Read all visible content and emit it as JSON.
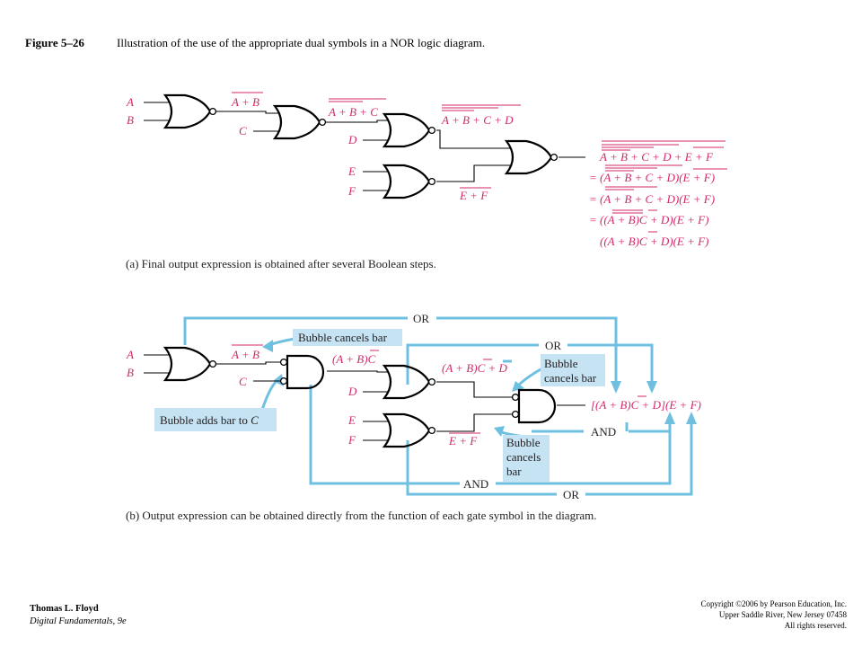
{
  "header": {
    "figure_number": "Figure 5–26",
    "caption": "Illustration of the use of the appropriate dual symbols in a NOR logic diagram."
  },
  "inputs": {
    "A": "A",
    "B": "B",
    "C": "C",
    "D": "D",
    "E": "E",
    "F": "F"
  },
  "part_a": {
    "g1_out": "A + B",
    "g2_out": "A + B + C",
    "g3_out": "A + B + C + D",
    "g4_out": "E + F",
    "steps": [
      "A + B + C + D + E + F",
      "= (A + B + C + D)(E + F)",
      "= (A + B + C + D)(E + F)",
      "= ((A + B)C + D)(E + F)",
      "((A + B)C + D)(E + F)"
    ],
    "caption": "(a) Final output expression is obtained after several Boolean steps."
  },
  "part_b": {
    "g1_out": "A + B",
    "g2_out": "(A + B)C",
    "g3_out": "(A + B)C + D",
    "g4_out": "E + F",
    "final": "[(A + B)C + D](E + F)",
    "label_or": "OR",
    "label_and": "AND",
    "note_bubble_cancels_bar": "Bubble cancels bar",
    "note_bubble_adds_bar_prefix": "Bubble adds bar to ",
    "note_bubble_adds_bar_var": "C",
    "note_bubble_cancels_bar_2": [
      "Bubble",
      "cancels bar"
    ],
    "note_bubble_cancels_bar_3": [
      "Bubble",
      "cancels",
      "bar"
    ],
    "caption": "(b) Output expression can be obtained directly from the function of each gate symbol in the diagram."
  },
  "footer": {
    "author": "Thomas L. Floyd",
    "book": "Digital Fundamentals, 9e",
    "copyright": [
      "Copyright ©2006 by Pearson Education, Inc.",
      "Upper Saddle River, New Jersey 07458",
      "All rights reserved."
    ]
  }
}
